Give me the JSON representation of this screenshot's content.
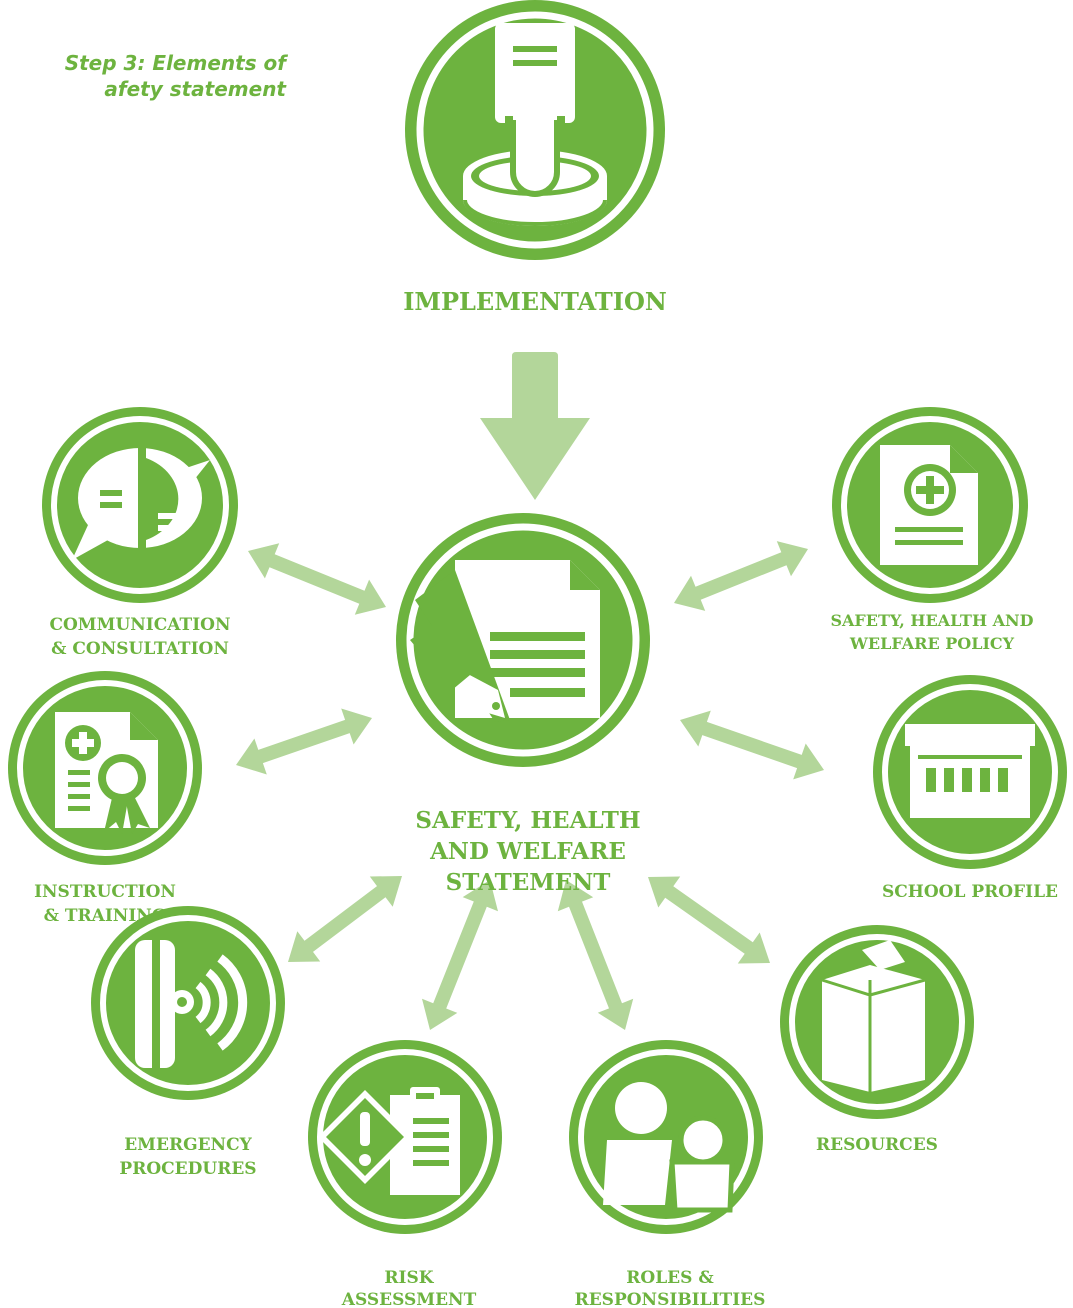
{
  "title": {
    "line1": "Step 3: Elements of",
    "line2": "afety statement"
  },
  "colors": {
    "primary": "#6db33f",
    "arrow": "#b3d69a",
    "background": "#ffffff"
  },
  "top": {
    "label": "IMPLEMENTATION",
    "icon": "stamp-icon"
  },
  "center": {
    "label_lines": [
      "SAFETY, HEALTH",
      "AND WELFARE",
      "STATEMENT"
    ],
    "icon": "document-pen-icon"
  },
  "nodes": [
    {
      "id": "communication",
      "lines": [
        "COMMUNICATION",
        "& CONSULTATION"
      ],
      "icon": "speech-bubble-icon"
    },
    {
      "id": "policy",
      "lines": [
        "SAFETY, HEALTH AND",
        "WELFARE POLICY"
      ],
      "icon": "document-plus-icon"
    },
    {
      "id": "instruction",
      "lines": [
        "INSTRUCTION",
        "& TRAINING"
      ],
      "icon": "document-search-icon"
    },
    {
      "id": "school",
      "lines": [
        "SCHOOL PROFILE"
      ],
      "icon": "school-building-icon"
    },
    {
      "id": "emergency",
      "lines": [
        "EMERGENCY",
        "PROCEDURES"
      ],
      "icon": "phone-ringing-icon"
    },
    {
      "id": "resources",
      "lines": [
        "RESOURCES"
      ],
      "icon": "box-icon"
    },
    {
      "id": "risk",
      "lines": [
        "RISK",
        "ASSESSMENT"
      ],
      "icon": "warning-clipboard-icon"
    },
    {
      "id": "roles",
      "lines": [
        "ROLES &",
        "RESPONSIBILITIES"
      ],
      "icon": "people-icon"
    }
  ]
}
